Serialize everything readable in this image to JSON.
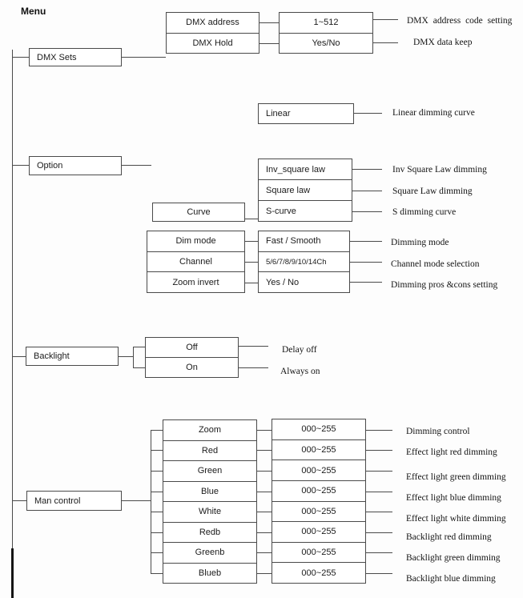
{
  "title": "Menu",
  "colors": {
    "line": "#4a4a4a",
    "text": "#1b1b1b",
    "background": "#fdfdfd"
  },
  "tree": {
    "dmx_sets": {
      "label": "DMX Sets",
      "items": [
        {
          "name": "DMX address",
          "value": "1~512",
          "description": "DMX address code setting"
        },
        {
          "name": "DMX Hold",
          "value": "Yes/No",
          "description": "DMX data keep"
        }
      ]
    },
    "option": {
      "label": "Option",
      "linear": {
        "value": "Linear",
        "description": "Linear dimming curve"
      },
      "curve": {
        "label": "Curve",
        "items": [
          {
            "value": "Inv_square law",
            "description": "Inv Square Law dimming"
          },
          {
            "value": "Square law",
            "description": "Square Law dimming"
          },
          {
            "value": "S-curve",
            "description": "S dimming curve"
          }
        ]
      },
      "settings": [
        {
          "name": "Dim mode",
          "value": "Fast / Smooth",
          "description": "Dimming mode"
        },
        {
          "name": "Channel",
          "value": "5/6/7/8/9/10/14Ch",
          "description": "Channel mode selection"
        },
        {
          "name": "Zoom invert",
          "value": "Yes / No",
          "description": "Dimming pros &cons setting"
        }
      ]
    },
    "backlight": {
      "label": "Backlight",
      "items": [
        {
          "value": "Off",
          "description": "Delay off"
        },
        {
          "value": "On",
          "description": "Always on"
        }
      ]
    },
    "man_control": {
      "label": "Man control",
      "items": [
        {
          "name": "Zoom",
          "value": "000~255",
          "description": "Dimming control"
        },
        {
          "name": "Red",
          "value": "000~255",
          "description": "Effect light red dimming"
        },
        {
          "name": "Green",
          "value": "000~255",
          "description": "Effect light green dimming"
        },
        {
          "name": "Blue",
          "value": "000~255",
          "description": "Effect light blue dimming"
        },
        {
          "name": "White",
          "value": "000~255",
          "description": "Effect light white dimming"
        },
        {
          "name": "Redb",
          "value": "000~255",
          "description": "Backlight red dimming"
        },
        {
          "name": "Greenb",
          "value": "000~255",
          "description": "Backlight green dimming"
        },
        {
          "name": "Blueb",
          "value": "000~255",
          "description": "Backlight blue dimming"
        }
      ]
    }
  }
}
